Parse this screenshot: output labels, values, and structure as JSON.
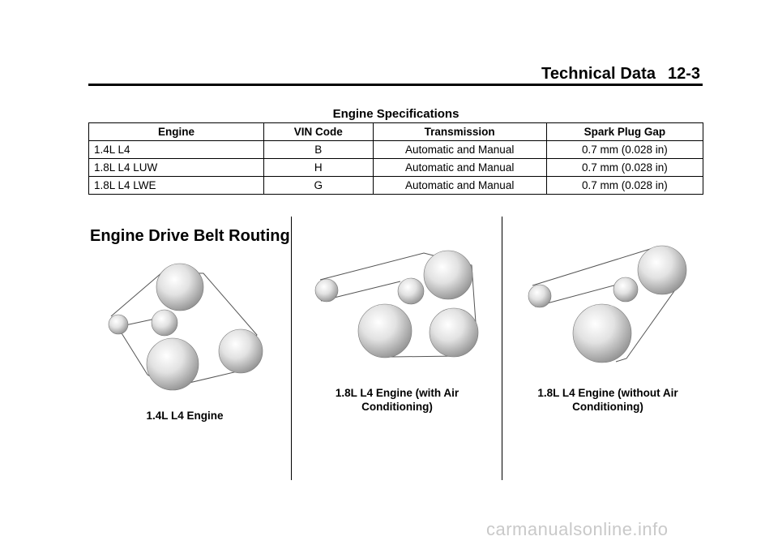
{
  "header": {
    "title": "Technical Data",
    "page_number": "12-3"
  },
  "table": {
    "caption": "Engine Specifications",
    "columns": [
      "Engine",
      "VIN Code",
      "Transmission",
      "Spark Plug Gap"
    ],
    "rows": [
      [
        "1.4L L4",
        "B",
        "Automatic and Manual",
        "0.7 mm (0.028 in)"
      ],
      [
        "1.8L L4 LUW",
        "H",
        "Automatic and Manual",
        "0.7 mm (0.028 in)"
      ],
      [
        "1.8L L4 LWE",
        "G",
        "Automatic and Manual",
        "0.7 mm (0.028 in)"
      ]
    ]
  },
  "section": {
    "title": "Engine Drive Belt Routing"
  },
  "diagrams": [
    {
      "caption": "1.4L L4 Engine"
    },
    {
      "caption_line1": "1.8L L4 Engine (with Air",
      "caption_line2": "Conditioning)"
    },
    {
      "caption_line1": "1.8L L4 Engine (without Air",
      "caption_line2": "Conditioning)"
    }
  ],
  "watermark": "carmanualsonline.info"
}
